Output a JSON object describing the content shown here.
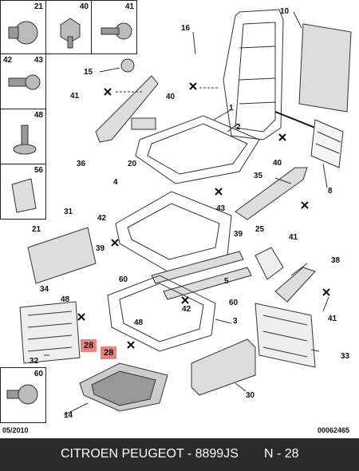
{
  "insets": [
    {
      "id": "21",
      "second": ""
    },
    {
      "id": "40",
      "second": ""
    },
    {
      "id": "41",
      "second": ""
    },
    {
      "id": "43",
      "second": "42"
    },
    {
      "id": "48",
      "second": ""
    },
    {
      "id": "56",
      "second": ""
    },
    {
      "id": "60",
      "second": ""
    }
  ],
  "callouts": {
    "c10": "10",
    "c16": "16",
    "c15": "15",
    "c41a": "41",
    "c40a": "40",
    "c1": "1",
    "c2": "2",
    "c36": "36",
    "c20": "20",
    "c40b": "40",
    "c8": "8",
    "c4": "4",
    "c35": "35",
    "c43": "43",
    "c31": "31",
    "c42a": "42",
    "c21": "21",
    "c39a": "39",
    "c39b": "39",
    "c25": "25",
    "c41b": "41",
    "c38": "38",
    "c34": "34",
    "c60a": "60",
    "c5": "5",
    "c60b": "60",
    "c42b": "42",
    "c48a": "48",
    "c48b": "48",
    "c3": "3",
    "c41c": "41",
    "c33": "33",
    "c32": "32",
    "c30": "30",
    "c14": "14",
    "c28a": "28",
    "c28b": "28"
  },
  "date": "05/2010",
  "ref": "00062465",
  "footer": {
    "title": "CITROEN PEUGEOT - 8899JS",
    "page": "N - 28"
  },
  "colors": {
    "highlight": "#e8837f",
    "footer_bg": "#2a2a2a",
    "footer_text": "#ffffff"
  }
}
